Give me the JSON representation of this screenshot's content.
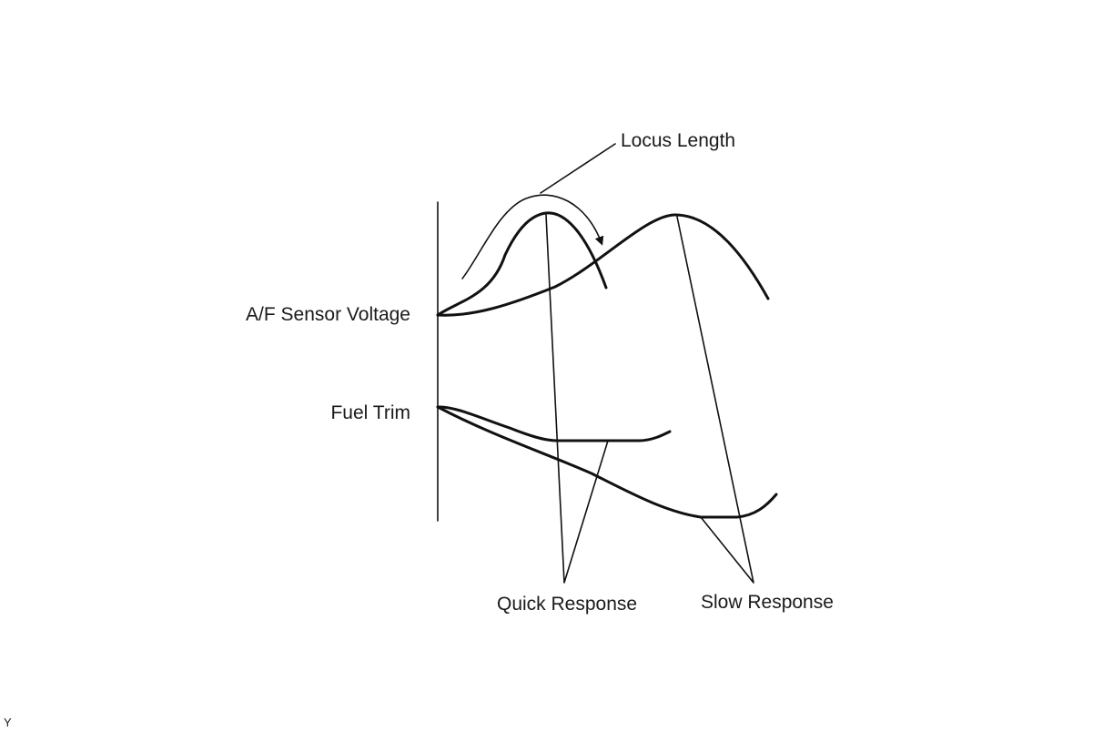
{
  "labels": {
    "locus_length": "Locus Length",
    "af_sensor_voltage": "A/F Sensor Voltage",
    "fuel_trim": "Fuel Trim",
    "quick_response": "Quick Response",
    "slow_response": "Slow Response",
    "corner_mark": "Y"
  }
}
